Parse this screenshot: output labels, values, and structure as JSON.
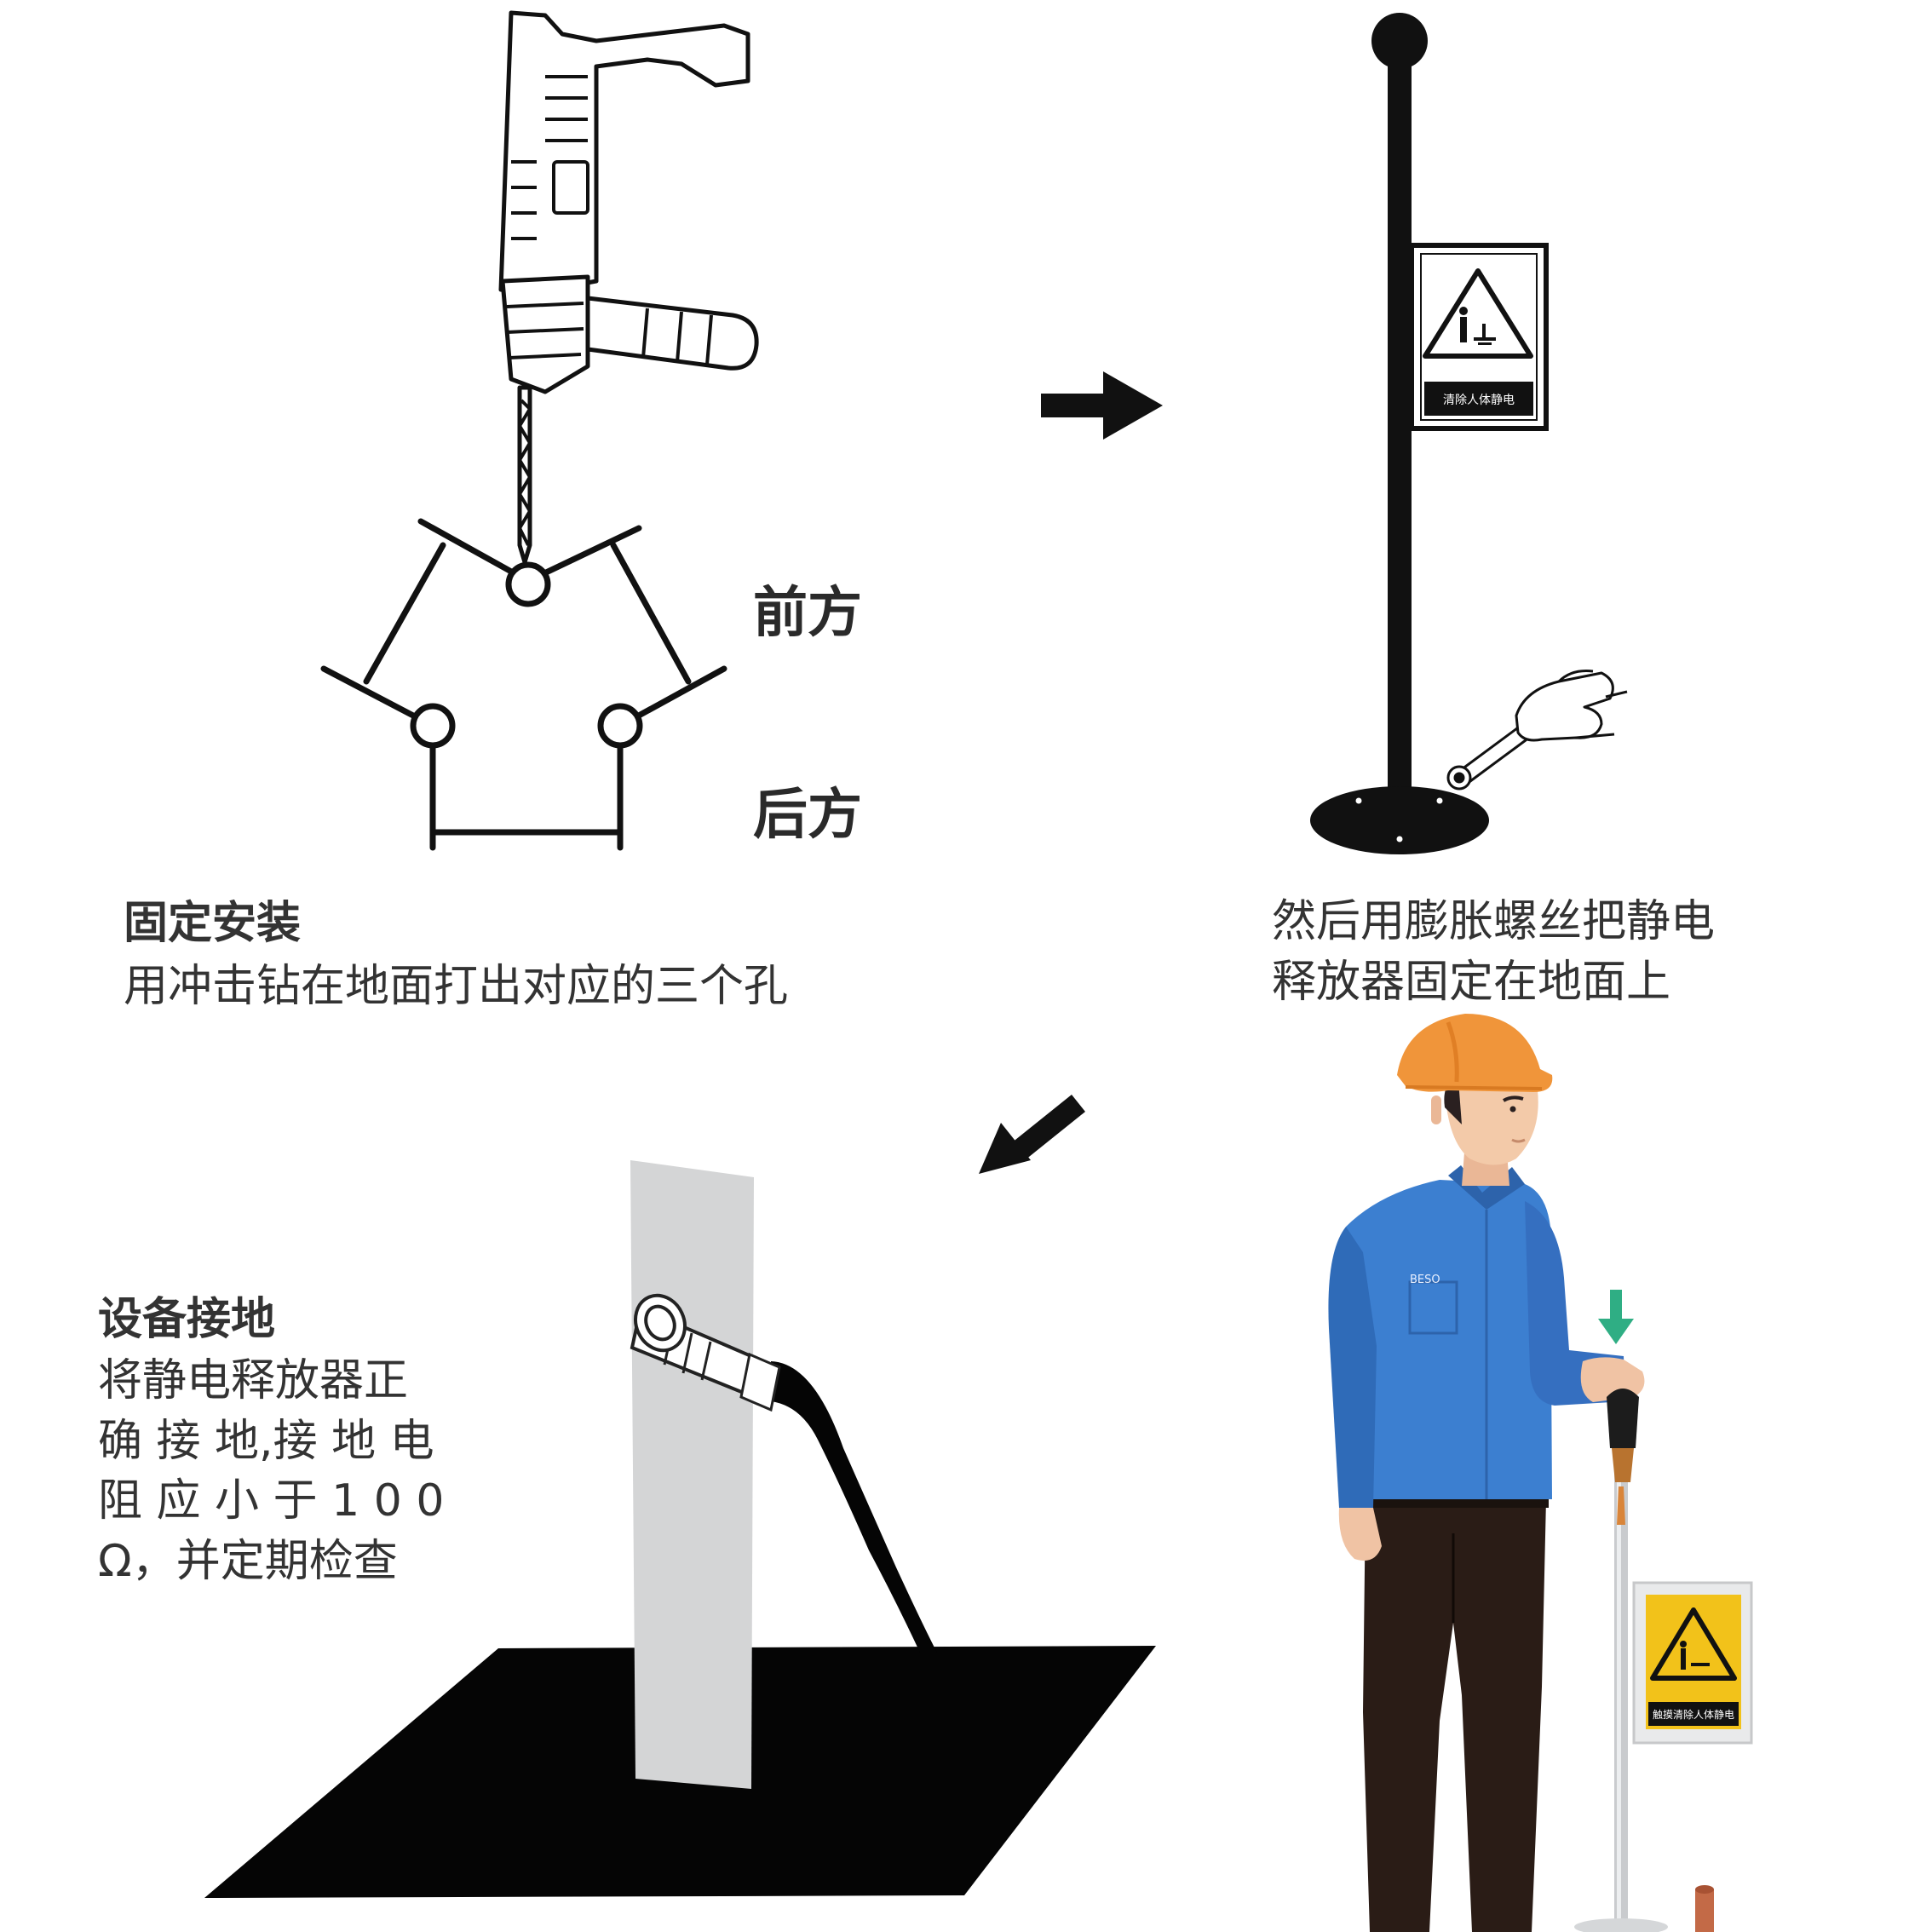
{
  "drill_panel": {
    "front_label": "前方",
    "back_label": "后方",
    "caption_title": "固定安装",
    "caption_text": "用冲击钻在地面打出对应的三个孔"
  },
  "pole_panel": {
    "caption_line1": "然后用膨胀螺丝把静电",
    "caption_line2": "释放器固定在地面上",
    "sign_text": "清除人体静电"
  },
  "ground_panel": {
    "caption_title": "设备接地",
    "caption_lines": [
      "将静电释放器正",
      "确 接 地,接 地 电",
      "阻 应 小 于 1 0 0",
      "Ω，并定期检查"
    ]
  },
  "worker_panel": {
    "sign_text": "触摸清除人体静电",
    "badge_text": "BESO"
  },
  "icons": [
    "power-drill-icon",
    "right-arrow-icon",
    "down-left-arrow-icon",
    "warning-triangle-icon",
    "down-arrow-icon"
  ],
  "colors": {
    "helmet": "#f0953a",
    "shirt": "#3c7fd0",
    "warning_sign": "#f2c21a",
    "indicator_arrow": "#2fae84",
    "ground_plate": "#050505"
  }
}
